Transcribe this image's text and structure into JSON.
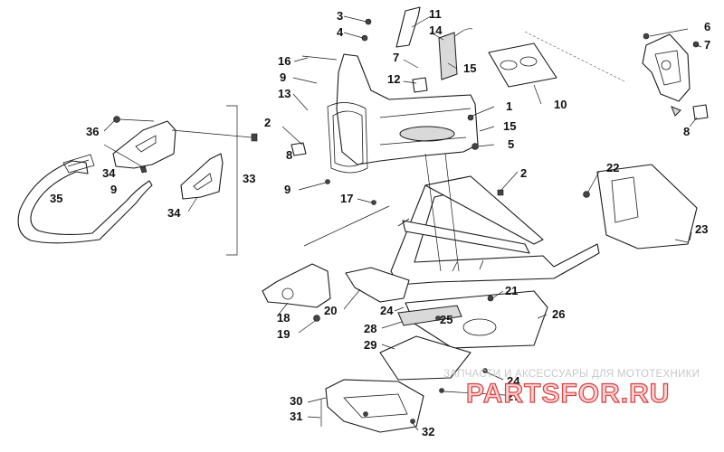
{
  "callouts": [
    "1",
    "2",
    "3",
    "4",
    "5",
    "6",
    "7",
    "8",
    "9",
    "10",
    "11",
    "12",
    "13",
    "14",
    "15",
    "16",
    "17",
    "18",
    "19",
    "20",
    "21",
    "22",
    "23",
    "24",
    "25",
    "26",
    "27",
    "28",
    "29",
    "30",
    "31",
    "32",
    "33",
    "34",
    "35",
    "36"
  ],
  "watermark": {
    "line": "ЗАПЧАСТИ И АКСЕССУАРЫ ДЛЯ МОТОТЕХНИКИ",
    "logo": "PARTSFOR.RU"
  },
  "colors": {
    "line": "#1a1a1a",
    "shade": "#d9d9d9",
    "logo_fill": "#f7d0d0",
    "logo_stroke": "#d94040",
    "watermark_text": "#c8c8c8"
  }
}
